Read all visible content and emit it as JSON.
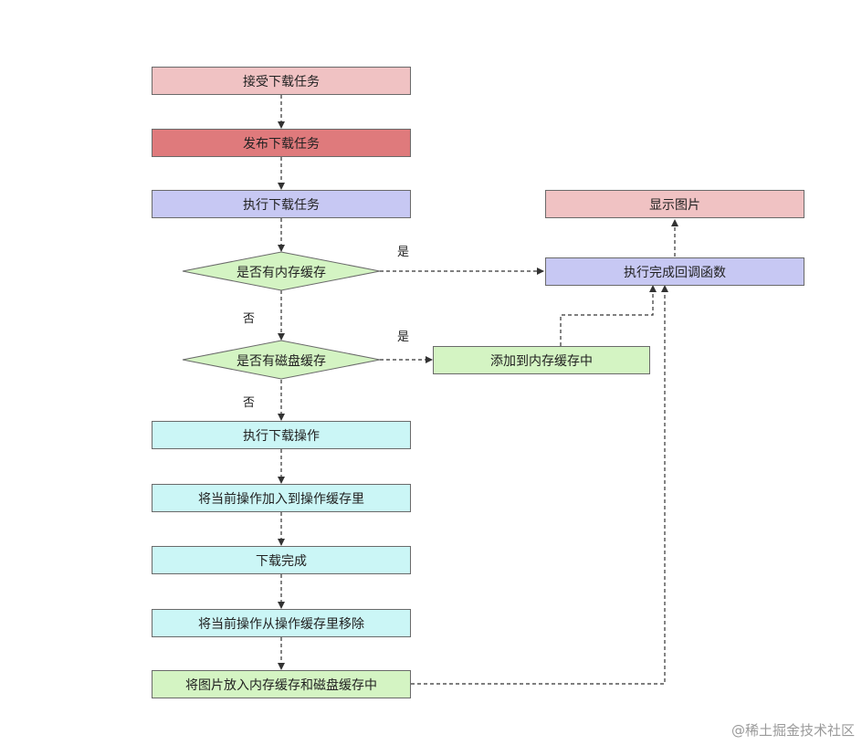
{
  "diagram": {
    "nodes": {
      "receive_task": "接受下载任务",
      "publish_task": "发布下载任务",
      "execute_task": "执行下载任务",
      "check_memory_cache": "是否有内存缓存",
      "check_disk_cache": "是否有磁盘缓存",
      "add_to_memory_cache": "添加到内存缓存中",
      "execute_download_operation": "执行下载操作",
      "add_operation_to_cache": "将当前操作加入到操作缓存里",
      "download_complete": "下载完成",
      "remove_operation_from_cache": "将当前操作从操作缓存里移除",
      "store_image_in_caches": "将图片放入内存缓存和磁盘缓存中",
      "execute_completion_callback": "执行完成回调函数",
      "show_image": "显示图片"
    },
    "edge_labels": {
      "memory_yes": "是",
      "memory_no": "否",
      "disk_yes": "是",
      "disk_no": "否"
    },
    "colors": {
      "pink": "#f0c2c3",
      "red": "#df7a7c",
      "blue": "#c7c8f3",
      "cyan": "#cbf6f6",
      "green": "#d4f4c3"
    }
  },
  "watermark": "@稀土掘金技术社区"
}
